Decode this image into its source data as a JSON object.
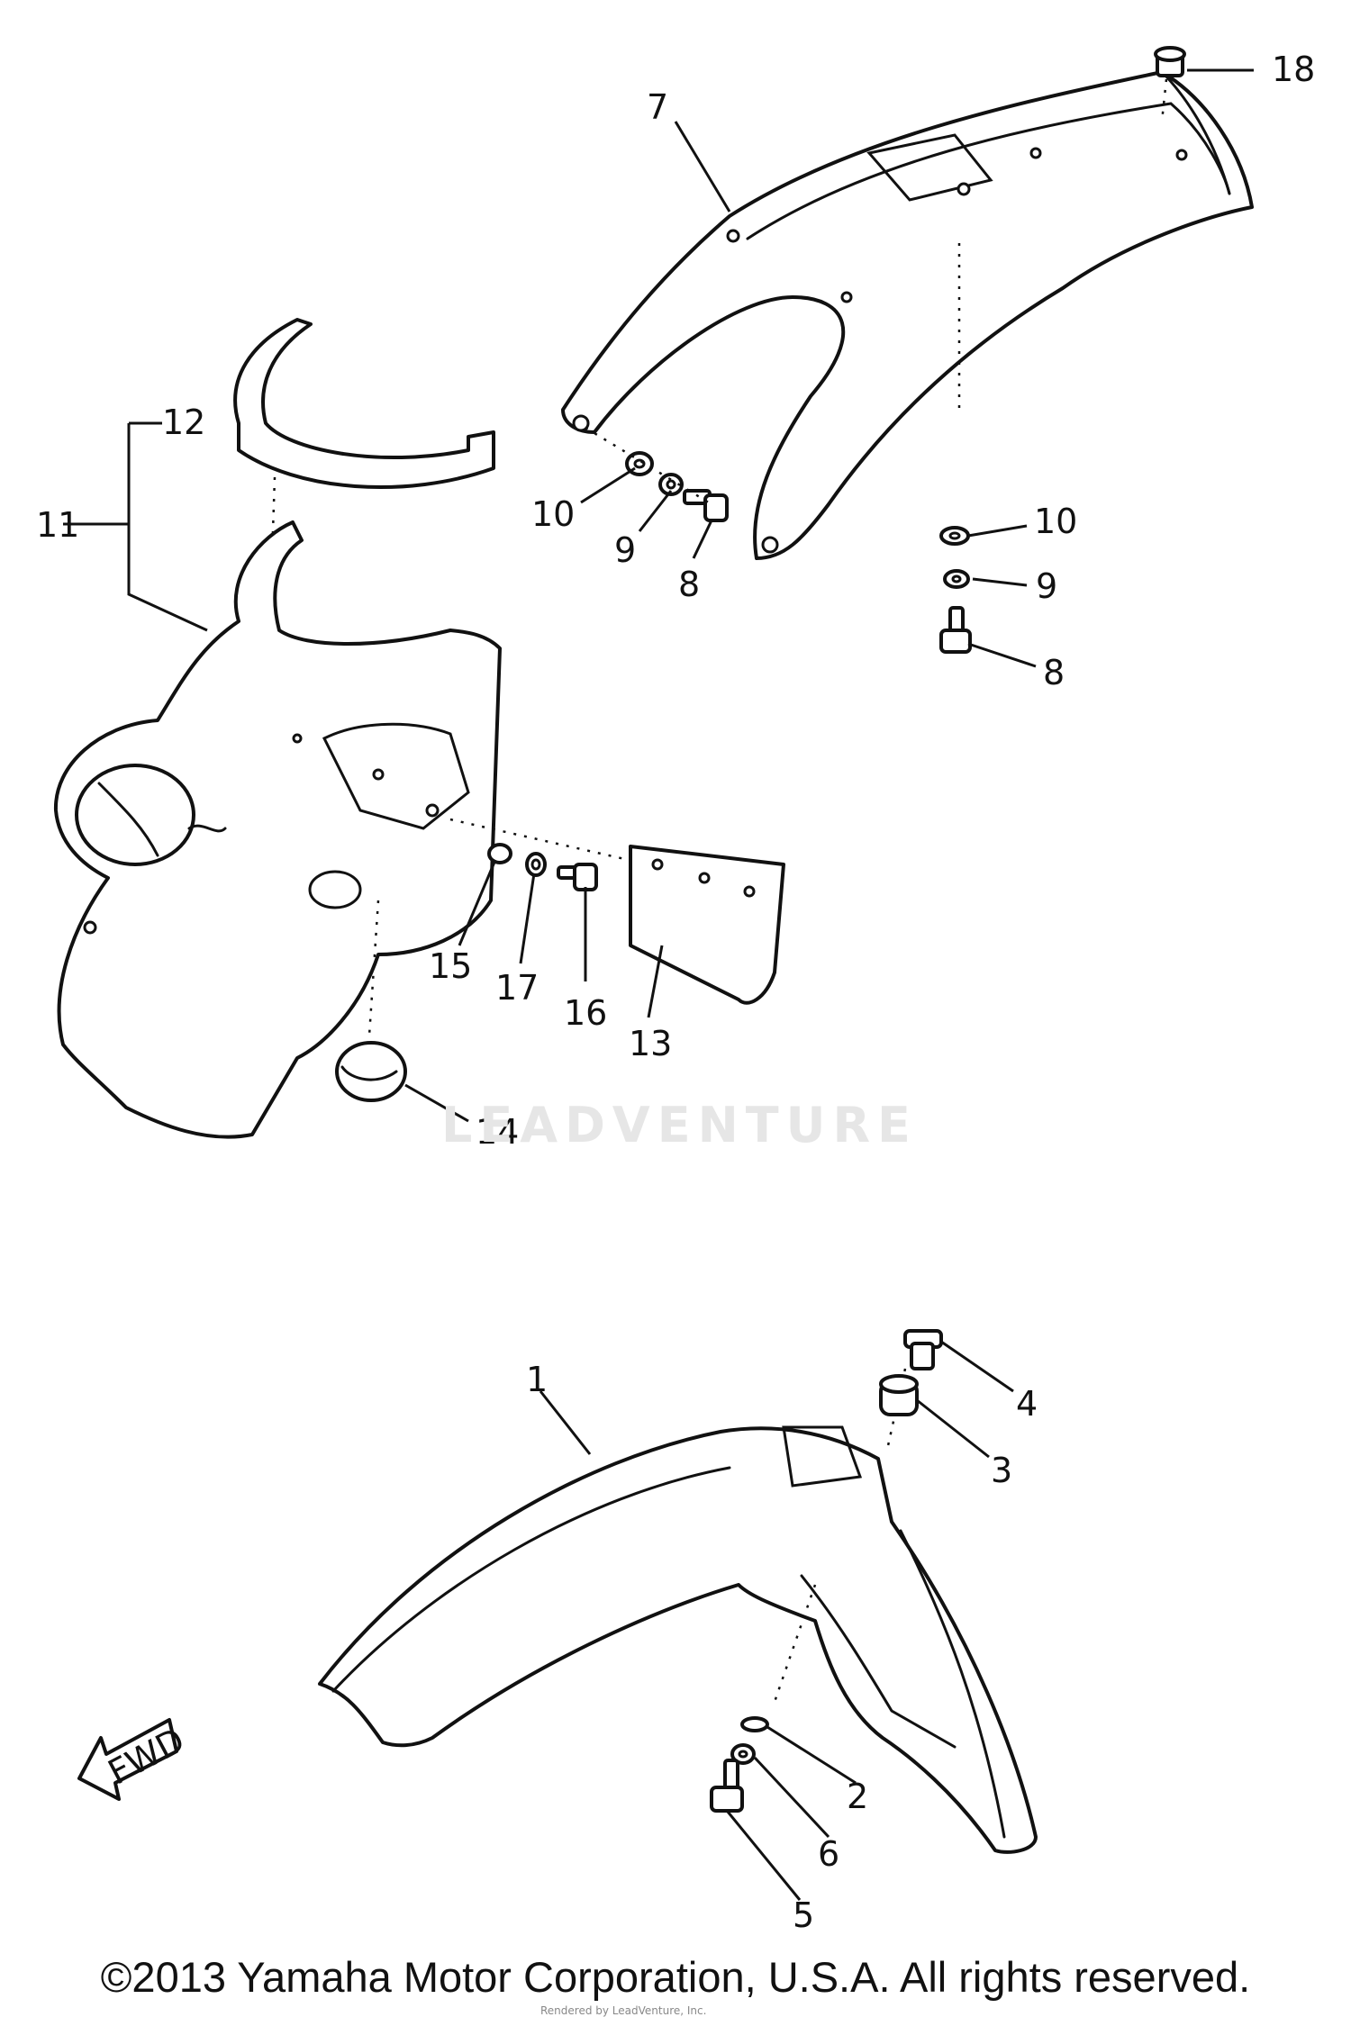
{
  "callouts": [
    {
      "id": "c18",
      "text": "18"
    },
    {
      "id": "c7",
      "text": "7"
    },
    {
      "id": "c12",
      "text": "12"
    },
    {
      "id": "c11",
      "text": "11"
    },
    {
      "id": "c10a",
      "text": "10"
    },
    {
      "id": "c9a",
      "text": "9"
    },
    {
      "id": "c8a",
      "text": "8"
    },
    {
      "id": "c10b",
      "text": "10"
    },
    {
      "id": "c9b",
      "text": "9"
    },
    {
      "id": "c8b",
      "text": "8"
    },
    {
      "id": "c15",
      "text": "15"
    },
    {
      "id": "c17",
      "text": "17"
    },
    {
      "id": "c16",
      "text": "16"
    },
    {
      "id": "c13",
      "text": "13"
    },
    {
      "id": "c14",
      "text": "14"
    },
    {
      "id": "c1",
      "text": "1"
    },
    {
      "id": "c4",
      "text": "4"
    },
    {
      "id": "c3",
      "text": "3"
    },
    {
      "id": "c2",
      "text": "2"
    },
    {
      "id": "c6",
      "text": "6"
    },
    {
      "id": "c5",
      "text": "5"
    }
  ],
  "direction_label": "FWD",
  "watermark": "LEADVENTURE",
  "copyright": "©2013 Yamaha Motor Corporation, U.S.A. All rights reserved.",
  "rendered_by": "Rendered by LeadVenture, Inc."
}
